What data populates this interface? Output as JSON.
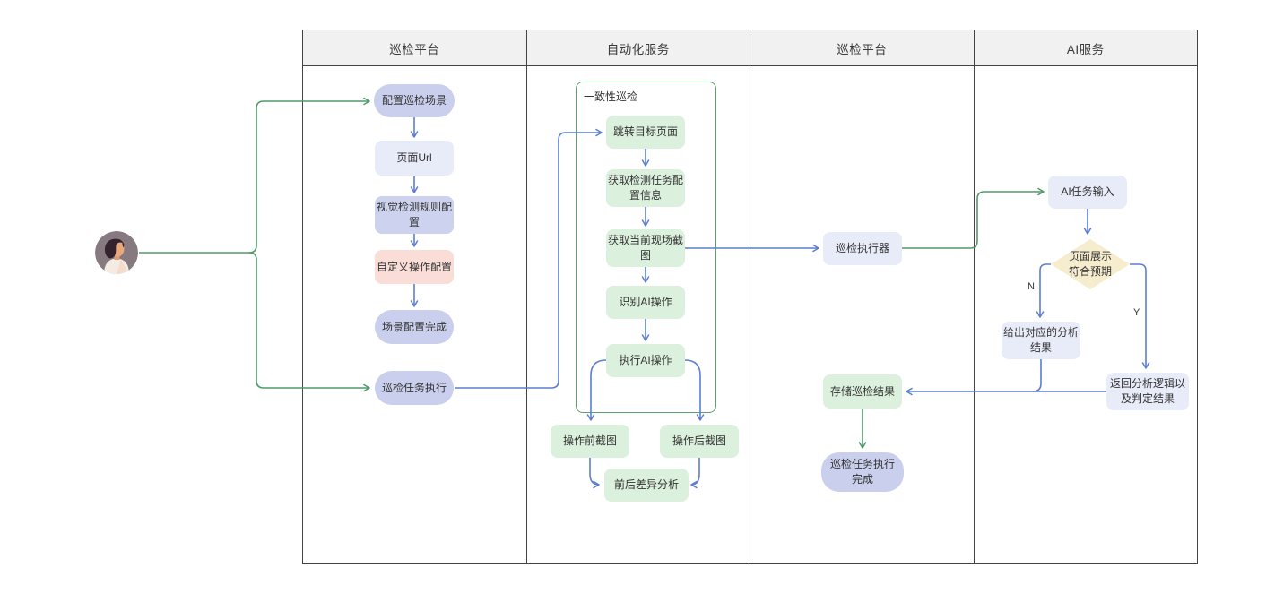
{
  "header": {
    "lanes": [
      {
        "label": "巡检平台"
      },
      {
        "label": "自动化服务"
      },
      {
        "label": "巡检平台"
      },
      {
        "label": "AI服务"
      }
    ]
  },
  "group": {
    "label": "一致性巡检"
  },
  "nodes": {
    "configure_scene": {
      "label": "配置巡检场景"
    },
    "page_url": {
      "label": "页面Url"
    },
    "visual_rules": {
      "label": "视觉检测规则配\n置"
    },
    "custom_ops": {
      "label": "自定义操作配置"
    },
    "scene_done": {
      "label": "场景配置完成"
    },
    "task_exec": {
      "label": "巡检任务执行"
    },
    "jump_page": {
      "label": "跳转目标页面"
    },
    "get_config": {
      "label": "获取检测任务配\n置信息"
    },
    "get_screenshot": {
      "label": "获取当前现场截\n图"
    },
    "detect_ai": {
      "label": "识别AI操作"
    },
    "exec_ai": {
      "label": "执行AI操作"
    },
    "pre_screenshot": {
      "label": "操作前截图"
    },
    "post_screenshot": {
      "label": "操作后截图"
    },
    "diff_analysis": {
      "label": "前后差异分析"
    },
    "executor": {
      "label": "巡检执行器"
    },
    "store_result": {
      "label": "存储巡检结果"
    },
    "task_done": {
      "label": "巡检任务执行\n完成"
    },
    "ai_input": {
      "label": "AI任务输入"
    },
    "decision": {
      "label": "页面展示\n符合预期"
    },
    "analysis_result": {
      "label": "给出对应的分析\n结果"
    },
    "return_result": {
      "label": "返回分析逻辑以\n及判定结果"
    }
  },
  "branches": {
    "no": "N",
    "yes": "Y"
  },
  "colors": {
    "blue_edge": "#5c7dd2",
    "green_edge": "#4f9a68",
    "node_lavender": "#c9cfec",
    "node_lavender_light": "#e8ebf8",
    "node_lavender_mid": "#cdd3ef",
    "node_pink": "#f9ddd6",
    "node_green": "#dcf0de",
    "diamond_fill": "#f6ecce",
    "group_border": "#5da06c",
    "lane_header_bg": "#f1f1f2",
    "table_border": "#434343"
  }
}
